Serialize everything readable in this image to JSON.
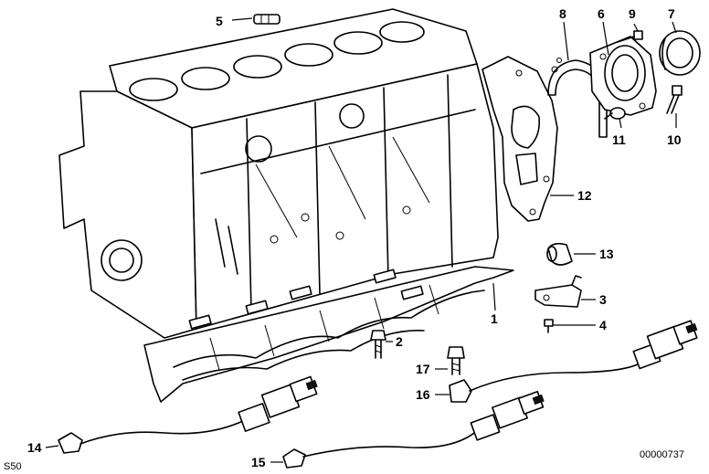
{
  "diagram": {
    "corner_left": "S50",
    "corner_right": "00000737",
    "callouts": [
      {
        "id": "1",
        "label": "1"
      },
      {
        "id": "2",
        "label": "2"
      },
      {
        "id": "3",
        "label": "3"
      },
      {
        "id": "4",
        "label": "4"
      },
      {
        "id": "5",
        "label": "5"
      },
      {
        "id": "6",
        "label": "6"
      },
      {
        "id": "7",
        "label": "7"
      },
      {
        "id": "8",
        "label": "8"
      },
      {
        "id": "9",
        "label": "9"
      },
      {
        "id": "10",
        "label": "10"
      },
      {
        "id": "11",
        "label": "11"
      },
      {
        "id": "12",
        "label": "12"
      },
      {
        "id": "13",
        "label": "13"
      },
      {
        "id": "14",
        "label": "14"
      },
      {
        "id": "15",
        "label": "15"
      },
      {
        "id": "16",
        "label": "16"
      },
      {
        "id": "17",
        "label": "17"
      }
    ]
  }
}
